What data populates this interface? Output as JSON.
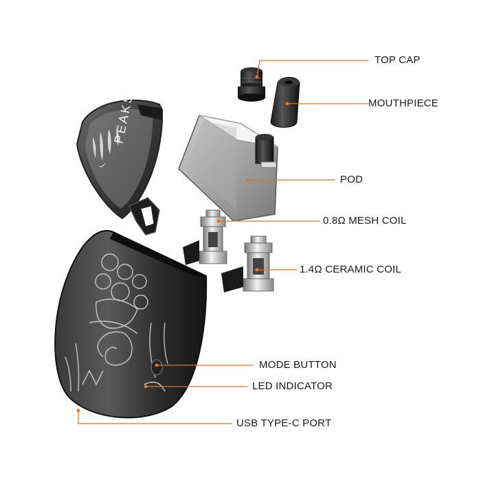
{
  "accent_color": "#e8731f",
  "brand_text": "PEAKS",
  "callouts": [
    {
      "id": "top-cap",
      "label": "TOP CAP"
    },
    {
      "id": "mouthpiece",
      "label": "MOUTHPIECE"
    },
    {
      "id": "pod",
      "label": "POD"
    },
    {
      "id": "mesh-coil",
      "label": "0.8Ω MESH COIL"
    },
    {
      "id": "ceramic-coil",
      "label": "1.4Ω CERAMIC COIL"
    },
    {
      "id": "mode-button",
      "label": "MODE BUTTON"
    },
    {
      "id": "led-indicator",
      "label": "LED INDICATOR"
    },
    {
      "id": "usb-port",
      "label": "USB TYPE-C PORT"
    }
  ]
}
